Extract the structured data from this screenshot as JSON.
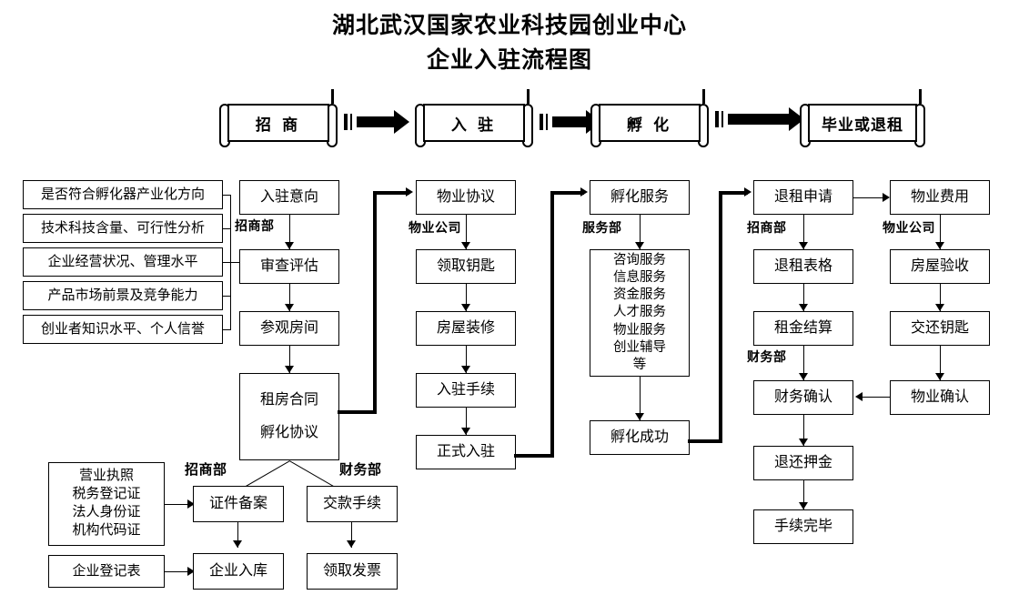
{
  "title": {
    "line1": "湖北武汉国家农业科技园创业中心",
    "line2": "企业入驻流程图"
  },
  "stages": [
    {
      "label": "招 商"
    },
    {
      "label": "入 驻"
    },
    {
      "label": "孵 化"
    },
    {
      "label": "毕业或退租"
    }
  ],
  "criteria": [
    {
      "label": "是否符合孵化器产业化方向"
    },
    {
      "label": "技术科技含量、可行性分析"
    },
    {
      "label": "企业经营状况、管理水平"
    },
    {
      "label": "产品市场前景及竞争能力"
    },
    {
      "label": "创业者知识水平、个人信誉"
    }
  ],
  "col_attraction": {
    "dept": "招商部",
    "steps": [
      {
        "label": "入驻意向"
      },
      {
        "label": "审查评估"
      },
      {
        "label": "参观房间"
      }
    ],
    "contract_line1": "租房合同",
    "contract_line2": "孵化协议"
  },
  "col_property": {
    "dept": "物业公司",
    "steps": [
      {
        "label": "物业协议"
      },
      {
        "label": "领取钥匙"
      },
      {
        "label": "房屋装修"
      },
      {
        "label": "入驻手续"
      },
      {
        "label": "正式入驻"
      }
    ]
  },
  "col_service": {
    "dept": "服务部",
    "head": "孵化服务",
    "services": [
      "咨询服务",
      "信息服务",
      "资金服务",
      "人才服务",
      "物业服务",
      "创业辅导",
      "等"
    ],
    "tail": "孵化成功"
  },
  "col_exit": {
    "dept1": "招商部",
    "dept2": "财务部",
    "steps": [
      {
        "label": "退租申请"
      },
      {
        "label": "退租表格"
      },
      {
        "label": "租金结算"
      },
      {
        "label": "财务确认"
      },
      {
        "label": "退还押金"
      },
      {
        "label": "手续完毕"
      }
    ]
  },
  "col_property_exit": {
    "dept": "物业公司",
    "steps": [
      {
        "label": "物业费用"
      },
      {
        "label": "房屋验收"
      },
      {
        "label": "交还钥匙"
      },
      {
        "label": "物业确认"
      }
    ]
  },
  "bottom": {
    "dept_left": "招商部",
    "dept_right": "财务部",
    "documents": [
      "营业执照",
      "税务登记证",
      "法人身份证",
      "机构代码证"
    ],
    "registration_form": "企业登记表",
    "filing": "证件备案",
    "enrolled": "企业入库",
    "payment": "交款手续",
    "invoice": "领取发票"
  }
}
